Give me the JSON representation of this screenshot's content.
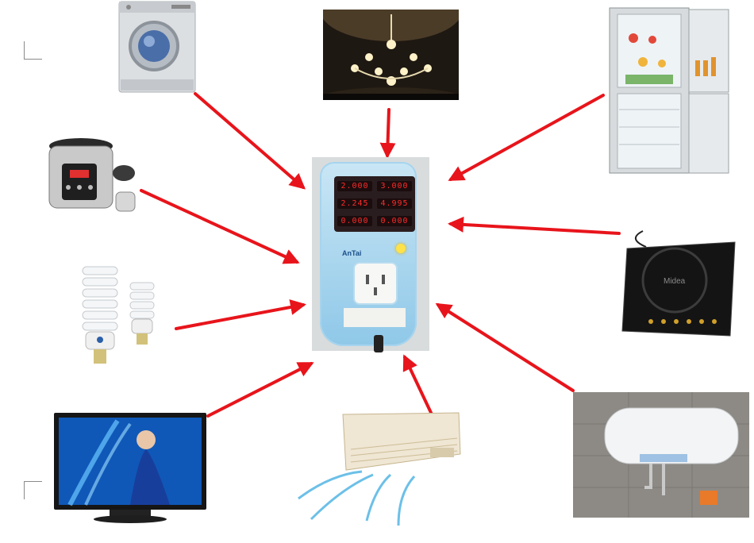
{
  "diagram": {
    "center_device": {
      "name": "power meter",
      "brand": "AnTai",
      "display_values": [
        "2.000",
        "3.000",
        "2.245",
        "4.995",
        "0.000",
        "0.000"
      ]
    },
    "appliances": [
      {
        "id": "washing-machine",
        "position": "top-left"
      },
      {
        "id": "chandelier",
        "position": "top-center"
      },
      {
        "id": "refrigerator",
        "position": "top-right"
      },
      {
        "id": "pressure-cooker",
        "position": "upper-left"
      },
      {
        "id": "induction-cooker",
        "position": "right"
      },
      {
        "id": "cfl-bulbs",
        "position": "left"
      },
      {
        "id": "water-heater",
        "position": "lower-right"
      },
      {
        "id": "television",
        "position": "bottom-left"
      },
      {
        "id": "air-conditioner",
        "position": "bottom-center"
      }
    ],
    "colors": {
      "arrow": "#e8141b",
      "background": "#ffffff"
    }
  }
}
